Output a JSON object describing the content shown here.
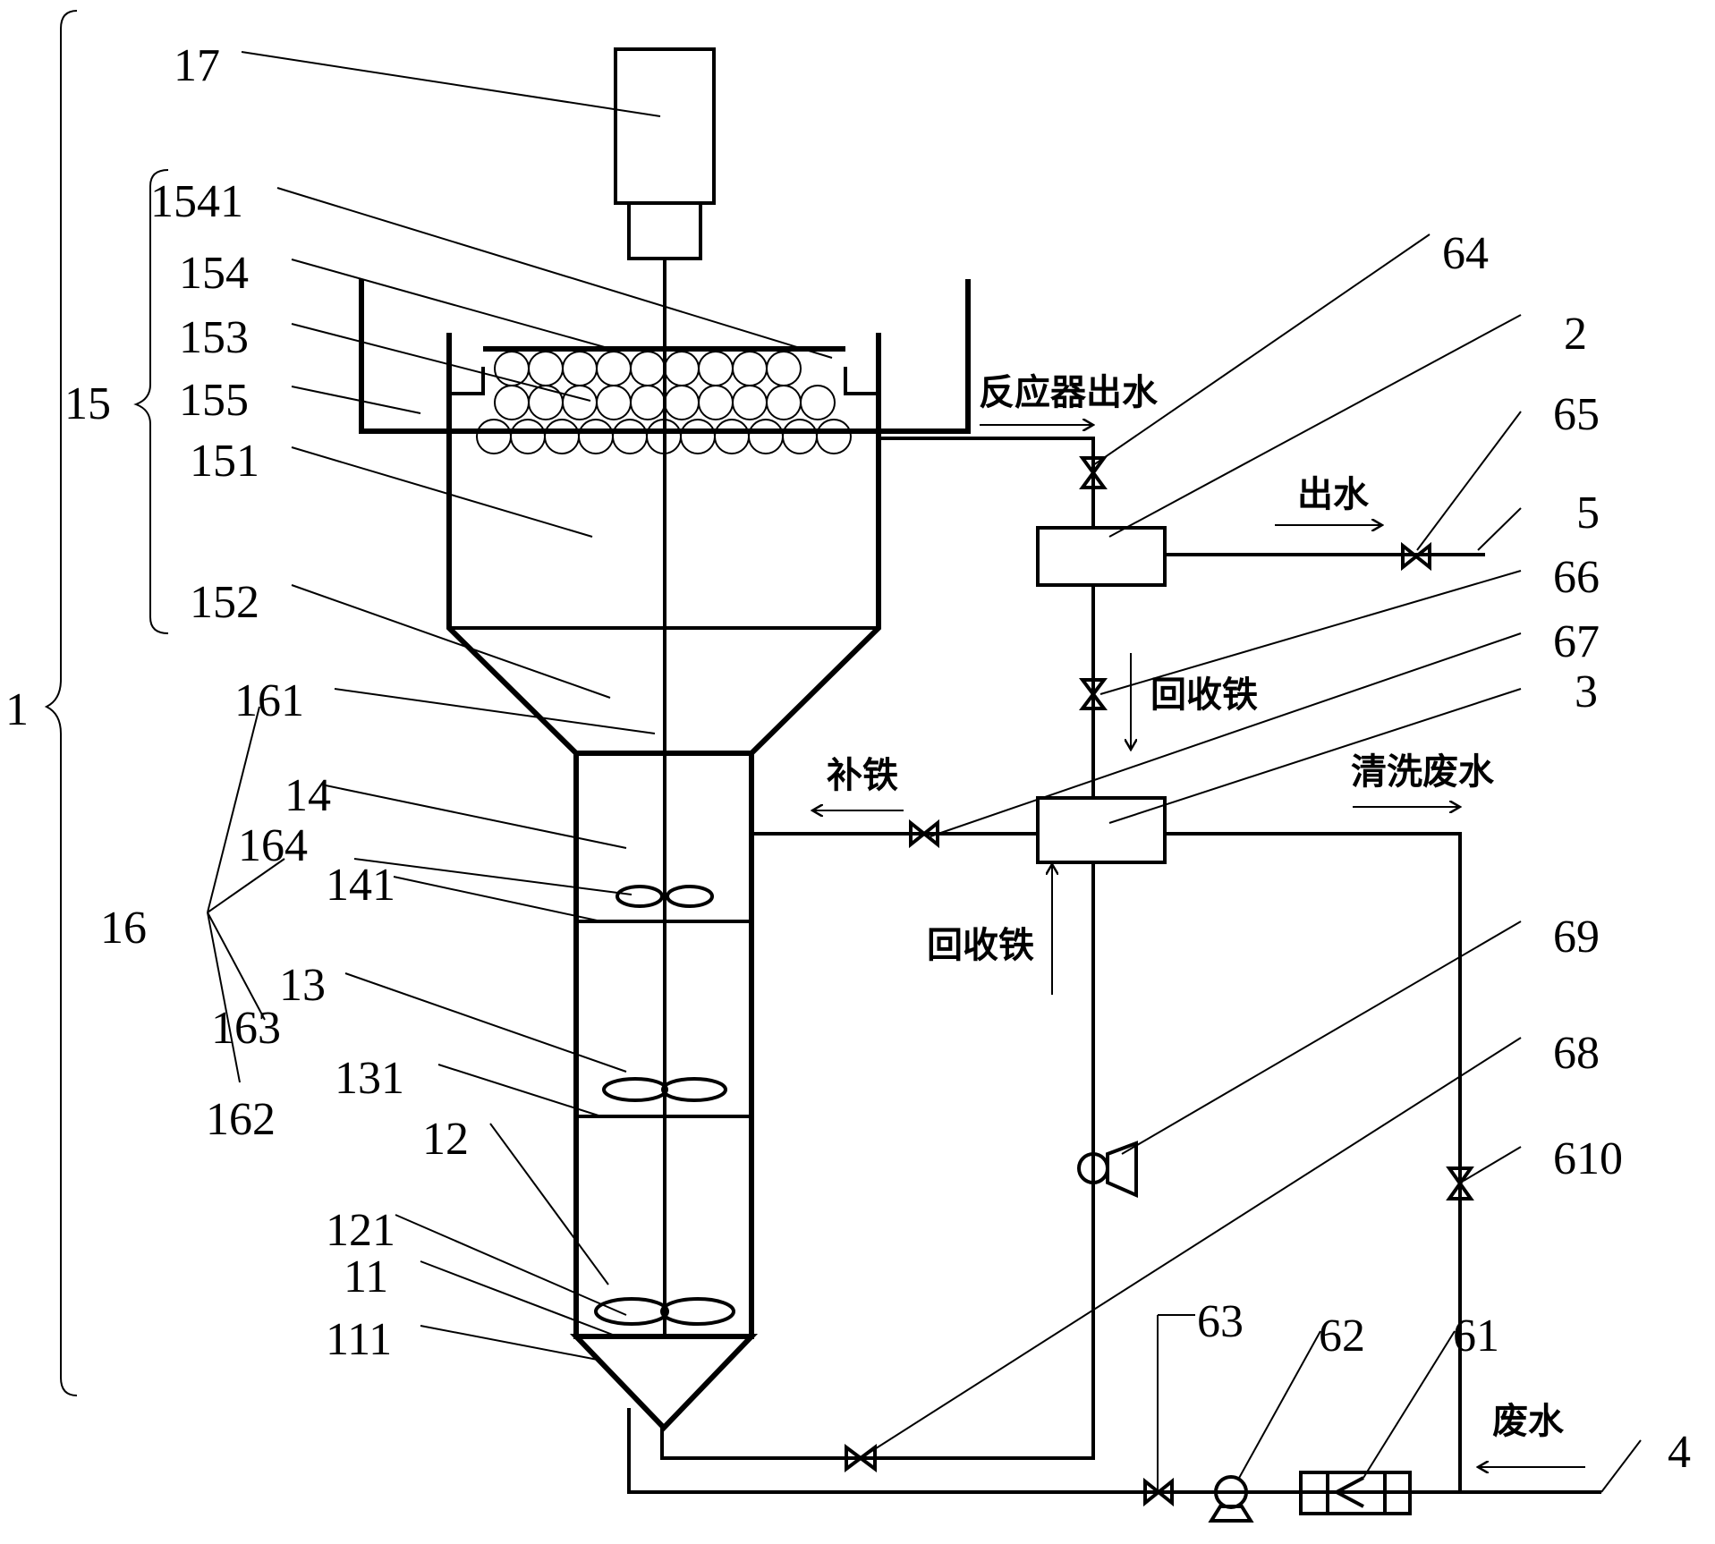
{
  "colors": {
    "ink": "#000000",
    "background": "#ffffff"
  },
  "labels": {
    "l1": "1",
    "l11": "11",
    "l111": "111",
    "l12": "12",
    "l121": "121",
    "l13": "13",
    "l131": "131",
    "l14": "14",
    "l141": "141",
    "l15": "15",
    "l151": "151",
    "l152": "152",
    "l153": "153",
    "l154": "154",
    "l155": "155",
    "l1541": "1541",
    "l16": "16",
    "l161": "161",
    "l162": "162",
    "l163": "163",
    "l164": "164",
    "l17": "17",
    "l2": "2",
    "l3": "3",
    "l4": "4",
    "l5": "5",
    "l61": "61",
    "l62": "62",
    "l63": "63",
    "l64": "64",
    "l65": "65",
    "l66": "66",
    "l67": "67",
    "l68": "68",
    "l69": "69",
    "l610": "610"
  },
  "flows": {
    "reactor_outlet": "反应器出水",
    "outlet": "出水",
    "recover_iron_down": "回收铁",
    "recover_iron_up": "回收铁",
    "supplement_iron": "补铁",
    "wash_wastewater": "清洗废水",
    "wastewater": "废水"
  }
}
